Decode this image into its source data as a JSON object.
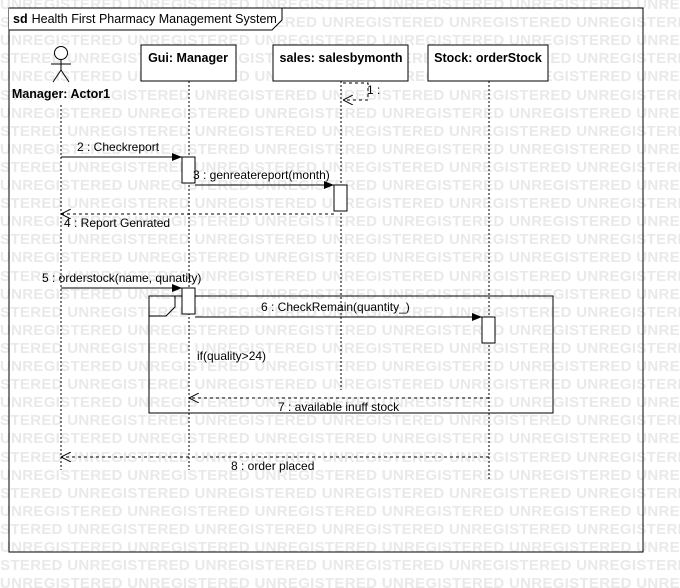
{
  "frame": {
    "keyword": "sd",
    "title": "Health First Pharmacy Management System"
  },
  "watermark_text": "UNREGISTERED",
  "actor": {
    "name": "Manager: Actor1"
  },
  "lifelines": [
    {
      "name": "Gui: Manager"
    },
    {
      "name": "sales: salesbymonth"
    },
    {
      "name": "Stock: orderStock"
    }
  ],
  "messages": [
    {
      "label": "1 :"
    },
    {
      "label": "2 : Checkreport"
    },
    {
      "label": "3 : genreatereport(month)"
    },
    {
      "label": "4 : Report Genrated"
    },
    {
      "label": "5 : orderstock(name, qunatity)"
    },
    {
      "label": "6 : CheckRemain(quantity_)"
    },
    {
      "label": "7 : available inuff stock"
    },
    {
      "label": "8 : order placed"
    }
  ],
  "fragment": {
    "guard": "if(quality>24)"
  },
  "colors": {
    "line": "#000000",
    "watermark": "#e9e9e9",
    "background": "#ffffff"
  }
}
